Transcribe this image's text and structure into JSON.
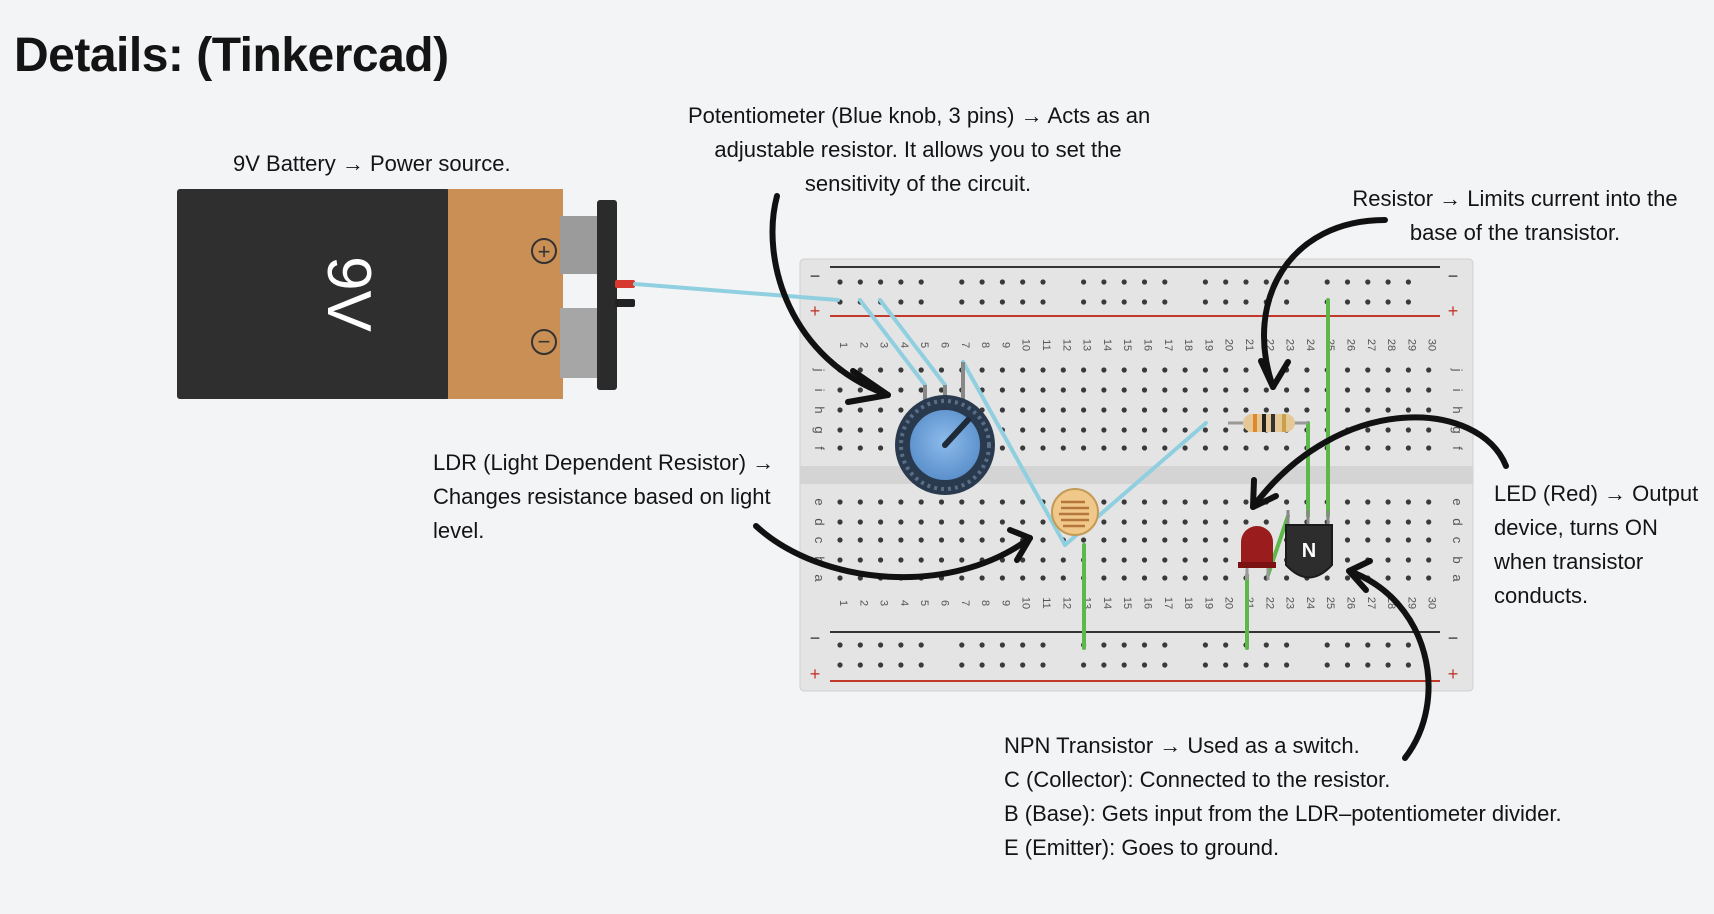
{
  "title": "Details: (Tinkercad)",
  "labels": {
    "battery": "9V Battery → Power source.",
    "potentiometer": [
      "Potentiometer (Blue knob, 3 pins) → Acts as an",
      "adjustable resistor. It allows you to set the",
      "sensitivity of the circuit."
    ],
    "resistor": [
      "Resistor → Limits current into the",
      "base of the transistor."
    ],
    "ldr": [
      "LDR (Light Dependent Resistor) →",
      "Changes resistance based on light",
      "level."
    ],
    "led": [
      "LED (Red) → Output",
      "device, turns ON",
      "when transistor",
      "conducts."
    ],
    "transistor": [
      "NPN Transistor → Used as a switch.",
      "C (Collector): Connected to the resistor.",
      "B (Base): Gets input from the LDR–potentiometer divider.",
      "E (Emitter): Goes to ground."
    ]
  },
  "battery": {
    "text": "9V",
    "plus": "+",
    "minus": "−",
    "body_color": "#2f2f2f",
    "cap_color": "#c98f55"
  },
  "breadboard": {
    "column_labels": [
      "1",
      "2",
      "3",
      "4",
      "5",
      "6",
      "7",
      "8",
      "9",
      "10",
      "11",
      "12",
      "13",
      "14",
      "15",
      "16",
      "17",
      "18",
      "19",
      "20",
      "21",
      "22",
      "23",
      "24",
      "25",
      "26",
      "27",
      "28",
      "29",
      "30"
    ],
    "row_labels_top": [
      "j",
      "i",
      "h",
      "g",
      "f"
    ],
    "row_labels_bottom": [
      "e",
      "d",
      "c",
      "b",
      "a"
    ],
    "rail_minus": "−",
    "rail_plus": "+",
    "body_color": "#e4e4e4"
  },
  "transistor_letter": "N",
  "colors": {
    "wire_blue": "#8fcfe0",
    "wire_green": "#5db84a",
    "led_red": "#9a1c1c",
    "knob_blue": "#6ea3db",
    "rail_red": "#c0392b"
  }
}
